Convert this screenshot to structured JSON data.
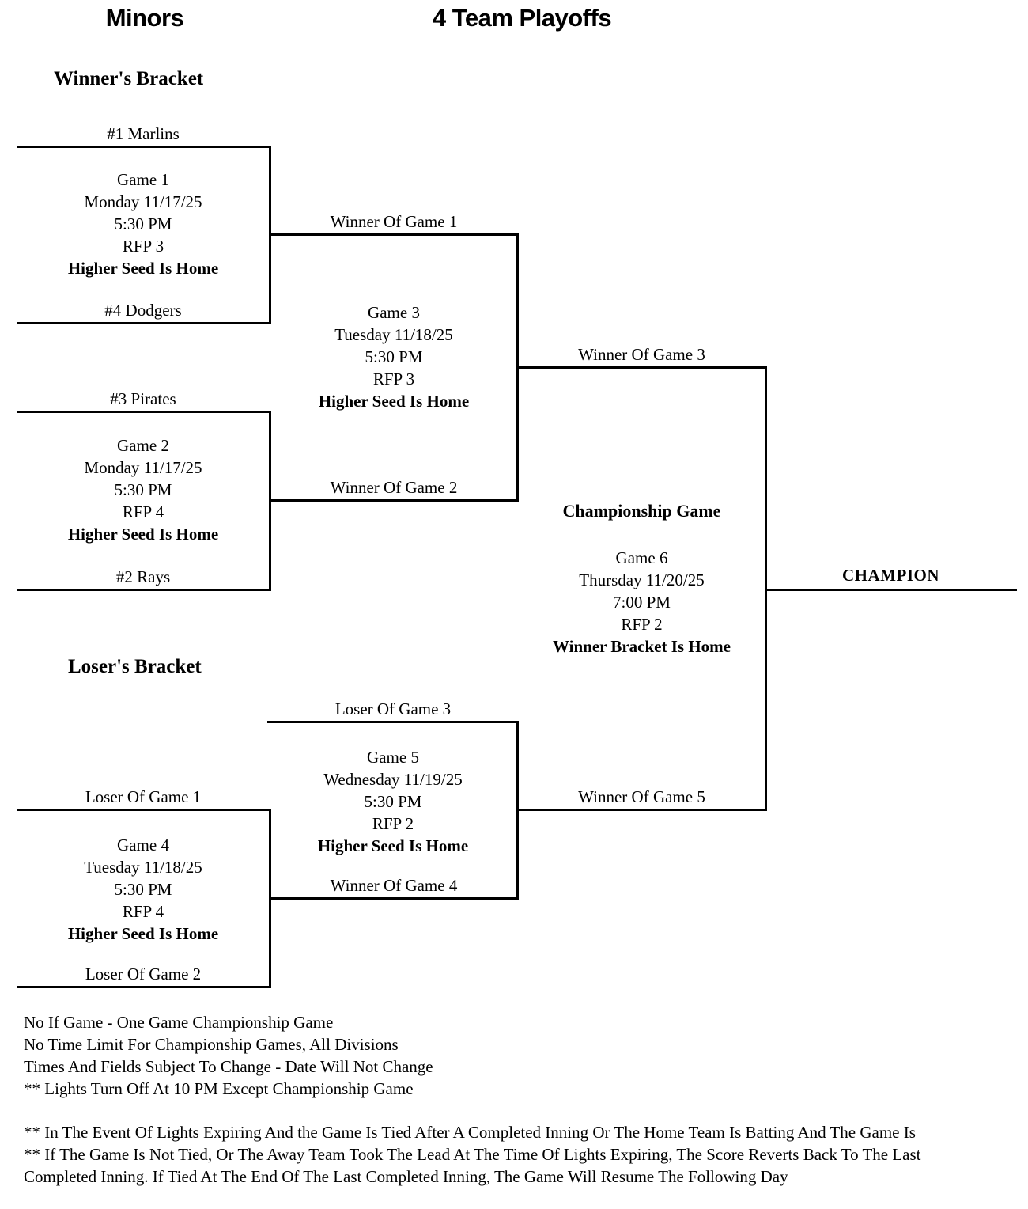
{
  "header": {
    "division": "Minors",
    "title": "4 Team Playoffs"
  },
  "winners_bracket": {
    "heading": "Winner's Bracket"
  },
  "losers_bracket": {
    "heading": "Loser's Bracket"
  },
  "seeds": {
    "seed1": "#1 Marlins",
    "seed4": "#4 Dodgers",
    "seed3": "#3 Pirates",
    "seed2": "#2 Rays"
  },
  "slots": {
    "winner_of_game1": "Winner Of Game 1",
    "winner_of_game2": "Winner Of Game 2",
    "winner_of_game3": "Winner Of Game 3",
    "winner_of_game4": "Winner Of Game 4",
    "winner_of_game5": "Winner Of Game 5",
    "loser_of_game1": "Loser Of Game 1",
    "loser_of_game2": "Loser Of Game 2",
    "loser_of_game3": "Loser Of Game 3"
  },
  "championship": {
    "label": "Championship Game",
    "champion": "CHAMPION"
  },
  "games": {
    "game1": {
      "name": "Game 1",
      "date": "Monday 11/17/25",
      "time": "5:30 PM",
      "field": "RFP 3",
      "home_rule": "Higher Seed Is Home"
    },
    "game2": {
      "name": "Game 2",
      "date": "Monday 11/17/25",
      "time": "5:30 PM",
      "field": "RFP 4",
      "home_rule": "Higher Seed Is Home"
    },
    "game3": {
      "name": "Game 3",
      "date": "Tuesday 11/18/25",
      "time": "5:30 PM",
      "field": "RFP 3",
      "home_rule": "Higher Seed Is Home"
    },
    "game4": {
      "name": "Game 4",
      "date": "Tuesday 11/18/25",
      "time": "5:30 PM",
      "field": "RFP 4",
      "home_rule": "Higher Seed Is Home"
    },
    "game5": {
      "name": "Game 5",
      "date": "Wednesday 11/19/25",
      "time": "5:30 PM",
      "field": "RFP 2",
      "home_rule": "Higher Seed Is Home"
    },
    "game6": {
      "name": "Game 6",
      "date": "Thursday 11/20/25",
      "time": "7:00 PM",
      "field": "RFP 2",
      "home_rule": "Winner Bracket Is Home"
    }
  },
  "notes": [
    "No If Game - One Game Championship Game",
    "No Time Limit For Championship Games, All Divisions",
    "Times And Fields Subject To Change - Date Will Not Change",
    "** Lights Turn Off At 10 PM Except Championship Game"
  ],
  "footnotes": [
    "** In The Event Of Lights Expiring And the Game Is Tied After A Completed Inning Or The Home Team Is Batting And The Game Is",
    "** If The Game Is Not Tied, Or The Away Team Took The Lead At The Time Of Lights Expiring, The Score Reverts Back To The Last",
    "Completed Inning.  If Tied At The End Of The Last Completed Inning, The Game Will Resume The Following Day"
  ]
}
